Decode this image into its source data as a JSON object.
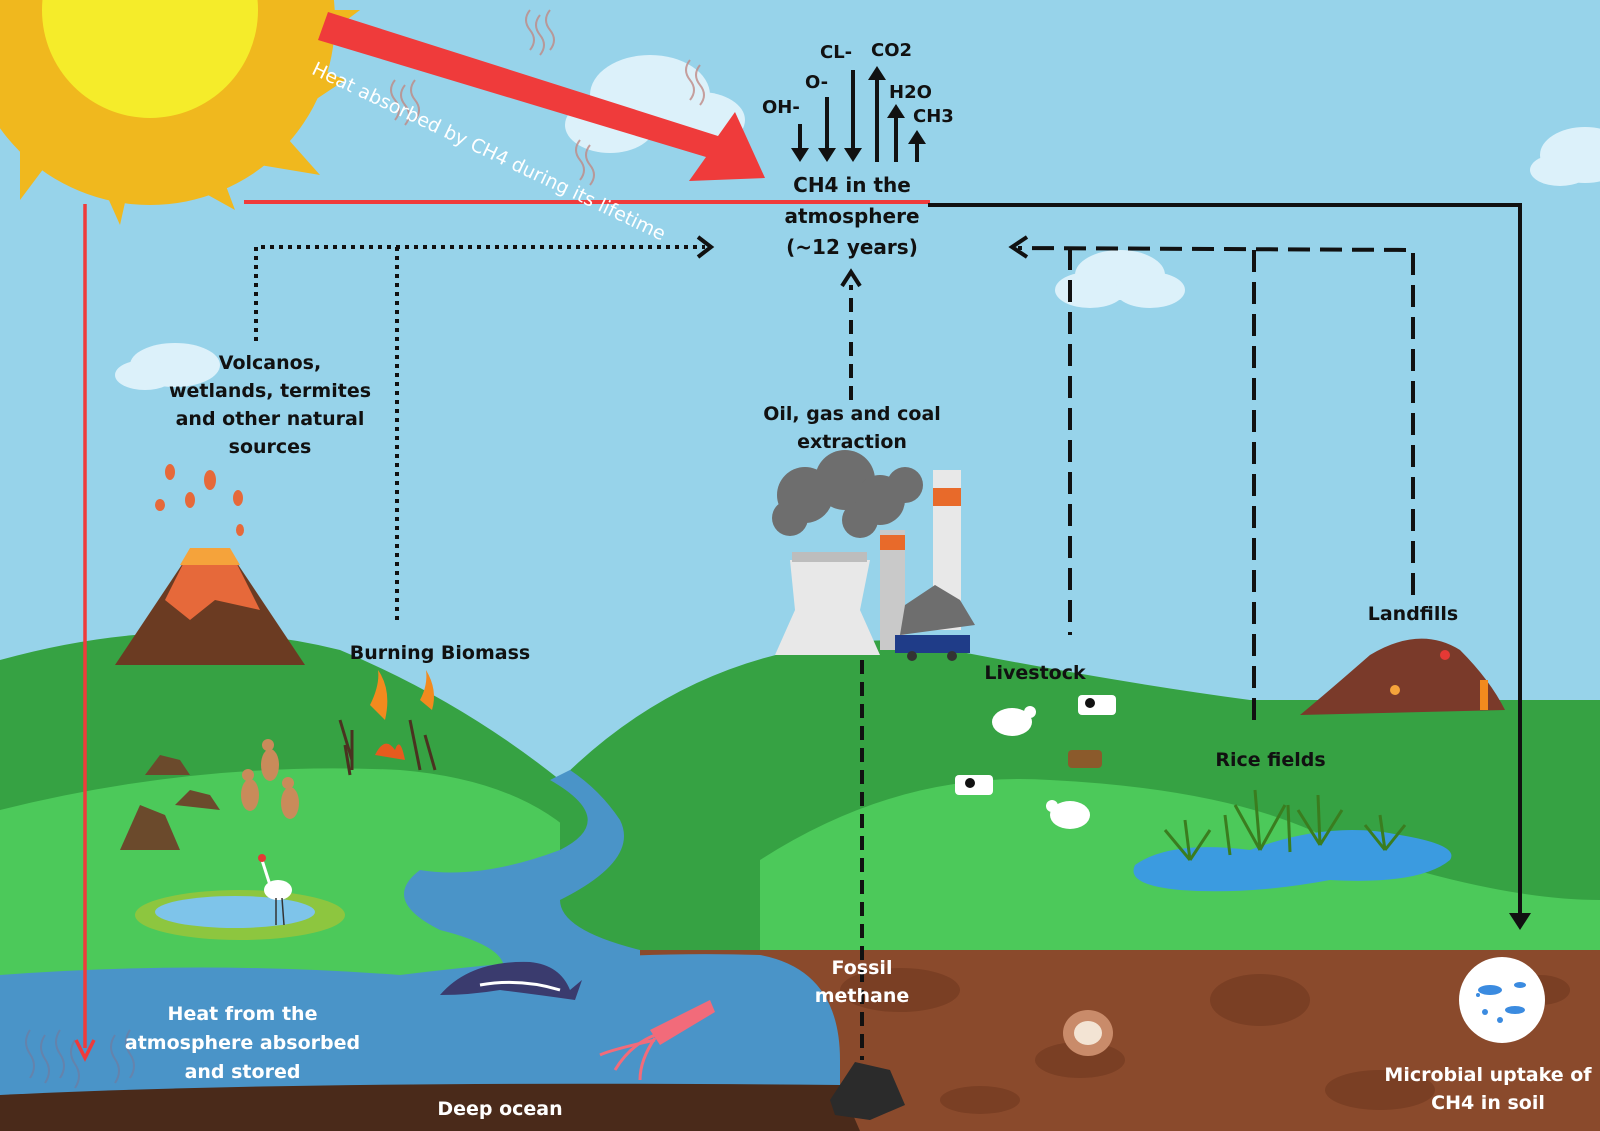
{
  "diagram": {
    "heat_banner": "Heat absorbed by CH4 during its lifetime",
    "atmosphere": {
      "line1": "CH4 in the",
      "line2": "atmosphere",
      "line3": "(~12 years)"
    },
    "molecules": {
      "oh": "OH-",
      "o": "O-",
      "cl": "CL-",
      "co2": "CO2",
      "h2o": "H2O",
      "ch3": "CH3"
    },
    "natural_sources": {
      "line1": "Volcanos,",
      "line2": "wetlands, termites",
      "line3": "and other natural",
      "line4": "sources"
    },
    "burning_biomass": "Burning Biomass",
    "extraction": {
      "line1": "Oil, gas and coal",
      "line2": "extraction"
    },
    "livestock": "Livestock",
    "landfills": "Landfills",
    "rice_fields": "Rice fields",
    "fossil_methane": {
      "line1": "Fossil",
      "line2": "methane"
    },
    "ocean_heat": {
      "line1": "Heat from the",
      "line2": "atmosphere absorbed",
      "line3": "and stored"
    },
    "deep_ocean": "Deep ocean",
    "microbial": {
      "line1": "Microbial uptake of",
      "line2": "CH4 in soil"
    }
  },
  "colors": {
    "sky": "#97d3ea",
    "sun": "#f5ec2a",
    "sun_rays": "#f0b81e",
    "heat_arrow": "#ef3b3b",
    "grass_dark": "#36a243",
    "grass_light": "#4cc95a",
    "river": "#4a94c8",
    "soil": "#8a4a2c",
    "deep_soil": "#4a2a1a",
    "arrow": "#111111"
  },
  "icons": [
    "sun-icon",
    "volcano-icon",
    "termite-mound-icon",
    "kangaroo-icon",
    "crane-icon",
    "burning-tree-icon",
    "power-plant-icon",
    "coal-cart-icon",
    "sheep-icon",
    "cow-icon",
    "rice-plant-icon",
    "landfill-icon",
    "whale-icon",
    "squid-icon",
    "fossil-icon",
    "coal-icon",
    "microbe-icon",
    "heat-wave-icon",
    "cloud-icon"
  ]
}
